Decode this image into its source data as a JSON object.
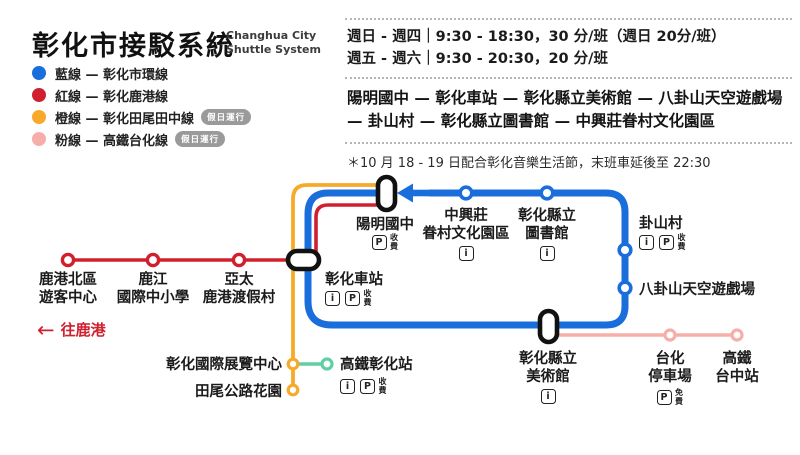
{
  "header": {
    "title": "彰化市接駁系統",
    "subtitle": [
      "Changhua City",
      "Shuttle System"
    ],
    "legend": [
      {
        "name": "blue-line",
        "color": "#1A6EDC",
        "label": "藍線 — 彰化市環線",
        "badge": ""
      },
      {
        "name": "red-line",
        "color": "#D0202E",
        "label": "紅線 — 彰化鹿港線",
        "badge": ""
      },
      {
        "name": "orange-line",
        "color": "#F7A929",
        "label": "橙線 — 彰化田尾田中線",
        "badge": "假日運行"
      },
      {
        "name": "pink-line",
        "color": "#F6AEA9",
        "label": "粉線 — 高鐵台化線",
        "badge": "假日運行"
      }
    ]
  },
  "info_panel": {
    "schedule_line1": "週日 - 週四｜9:30 - 18:30，30 分/班（週日 20分/班）",
    "schedule_line2": "週五 - 週六｜9:30 - 20:30，20 分/班",
    "route": "陽明國中 — 彰化車站 — 彰化縣立美術館 — 八卦山天空遊戲場 — 卦山村 — 彰化縣立圖書館 — 中興莊眷村文化園區",
    "note": "＊10 月 18 - 19 日配合彰化音樂生活節，末班車延後至 22:30"
  },
  "map": {
    "direction_arrow": "←",
    "direction_note": "往鹿港",
    "icon_labels": {
      "info": "i",
      "parking": "P",
      "paid": "收費",
      "free": "免費"
    },
    "colors": {
      "blue": "#1A6EDC",
      "red": "#D0202E",
      "orange": "#F7A929",
      "pink": "#F6AEA9",
      "teal": "#5ED0A4",
      "interchange_outline": "#111111"
    },
    "stations": {
      "lukang_north": {
        "line1": "鹿港北區",
        "line2": "遊客中心"
      },
      "lujiang": {
        "line1": "鹿江",
        "line2": "國際中小學"
      },
      "asia_pacific": {
        "line1": "亞太",
        "line2": "鹿港渡假村"
      },
      "yangming": {
        "line1": "陽明國中"
      },
      "changhua_station": {
        "line1": "彰化車站"
      },
      "zhongxingzhuang": {
        "line1": "中興莊",
        "line2": "眷村文化園區"
      },
      "county_library": {
        "line1": "彰化縣立",
        "line2": "圖書館"
      },
      "guashan_village": {
        "line1": "卦山村"
      },
      "sky_playground": {
        "line1": "八卦山天空遊戲場"
      },
      "art_museum": {
        "line1": "彰化縣立",
        "line2": "美術館"
      },
      "taihua_parking": {
        "line1": "台化",
        "line2": "停車場"
      },
      "hsr_taichung": {
        "line1": "高鐵",
        "line2": "台中站"
      },
      "expo_center": {
        "line1": "彰化國際展覽中心"
      },
      "hsr_changhua": {
        "line1": "高鐵彰化站"
      },
      "tianwei_garden": {
        "line1": "田尾公路花園"
      }
    }
  }
}
